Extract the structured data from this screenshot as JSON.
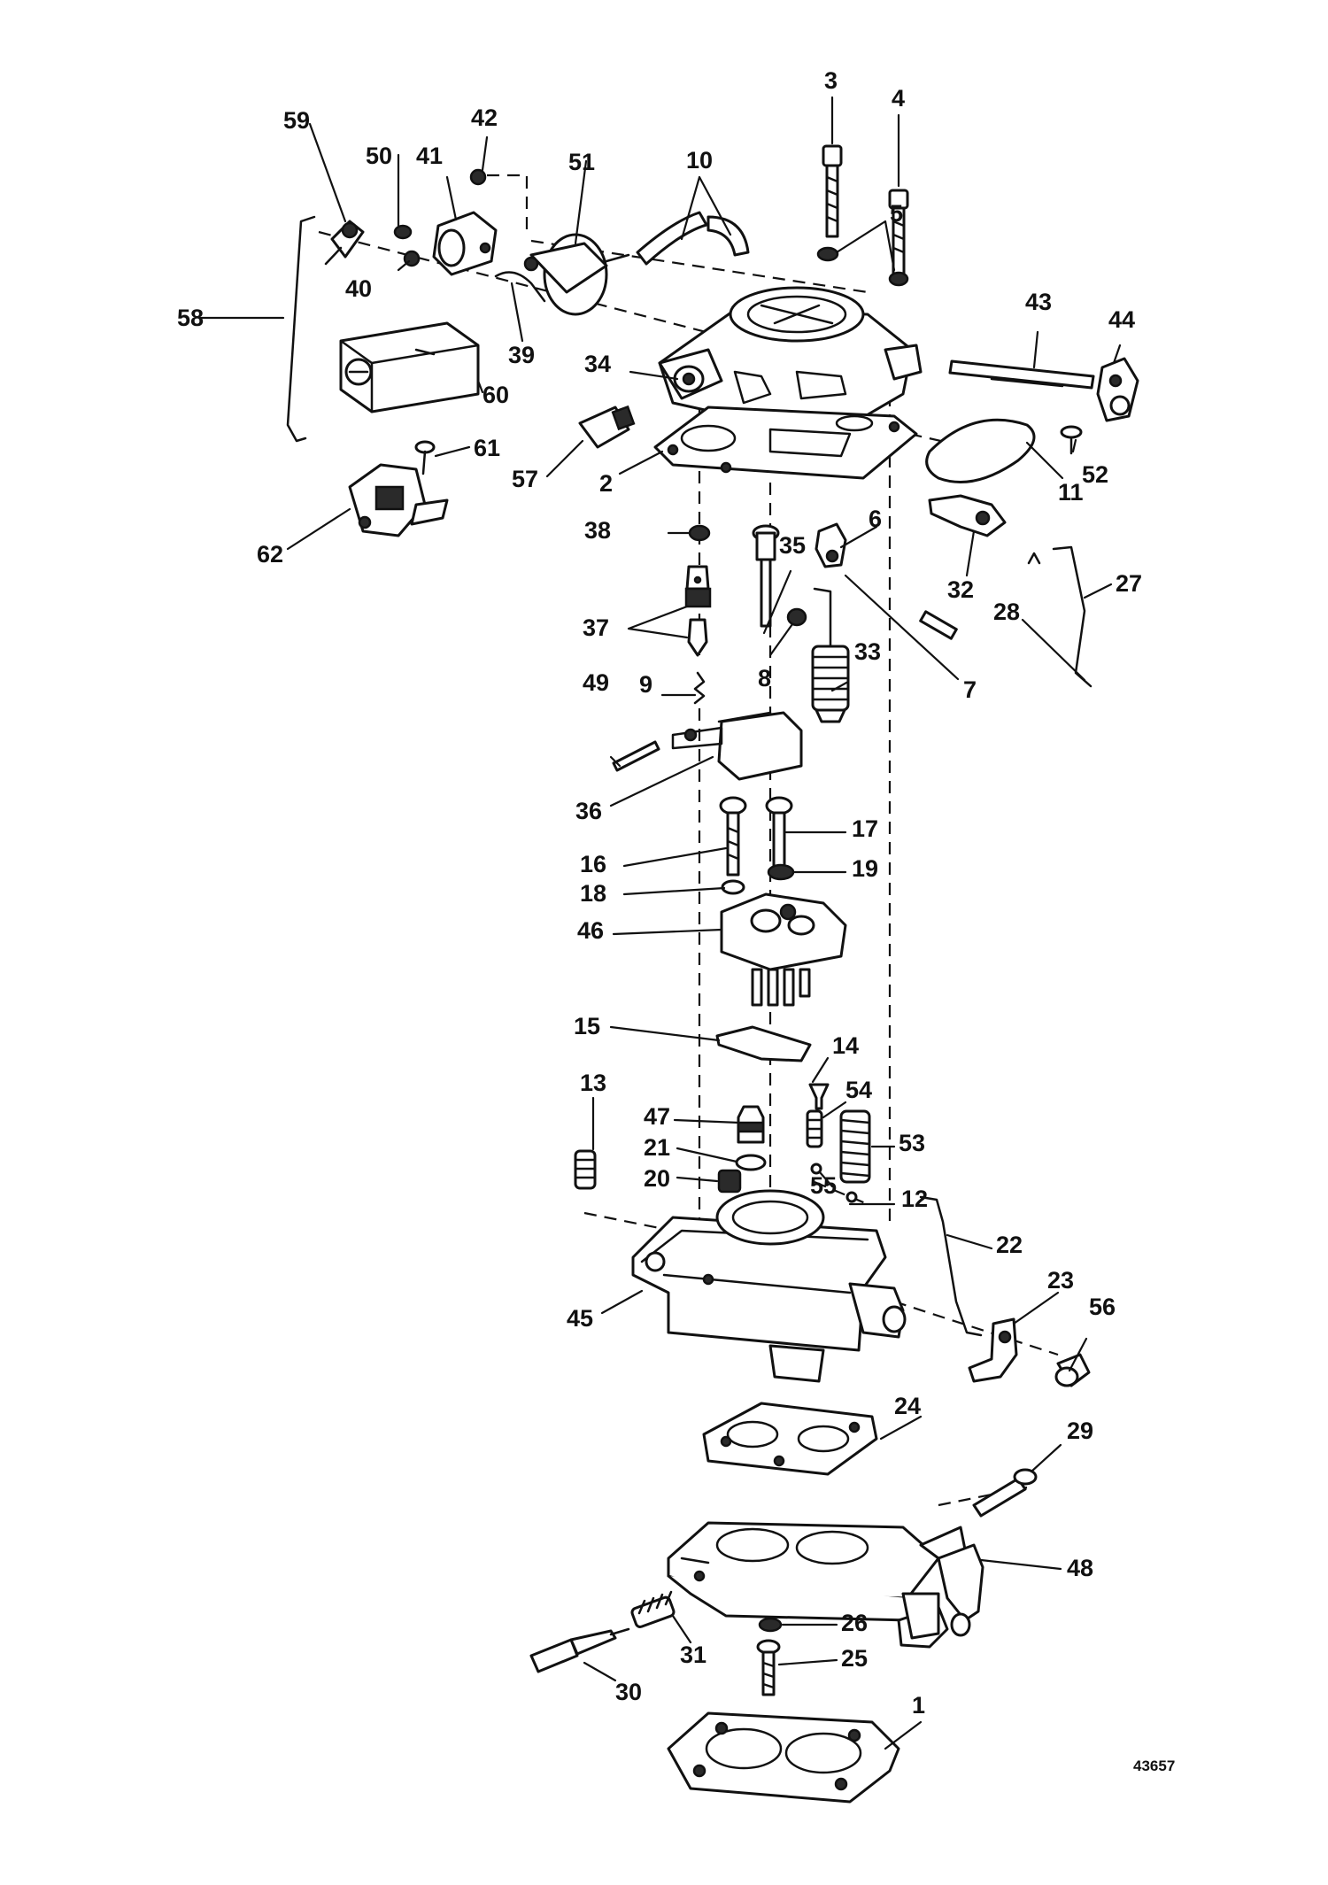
{
  "callouts": [
    "1",
    "2",
    "3",
    "4",
    "5",
    "6",
    "7",
    "8",
    "9",
    "10",
    "11",
    "12",
    "13",
    "14",
    "15",
    "16",
    "17",
    "18",
    "19",
    "20",
    "21",
    "22",
    "23",
    "24",
    "25",
    "26",
    "27",
    "28",
    "29",
    "30",
    "31",
    "32",
    "33",
    "34",
    "35",
    "36",
    "37",
    "38",
    "39",
    "40",
    "41",
    "42",
    "43",
    "44",
    "45",
    "46",
    "47",
    "48",
    "49",
    "50",
    "51",
    "52",
    "53",
    "54",
    "55",
    "56",
    "57",
    "58",
    "59",
    "60",
    "61",
    "62"
  ],
  "catalog_number": "43657",
  "colors": {
    "ink": "#111111",
    "paper": "#ffffff"
  }
}
